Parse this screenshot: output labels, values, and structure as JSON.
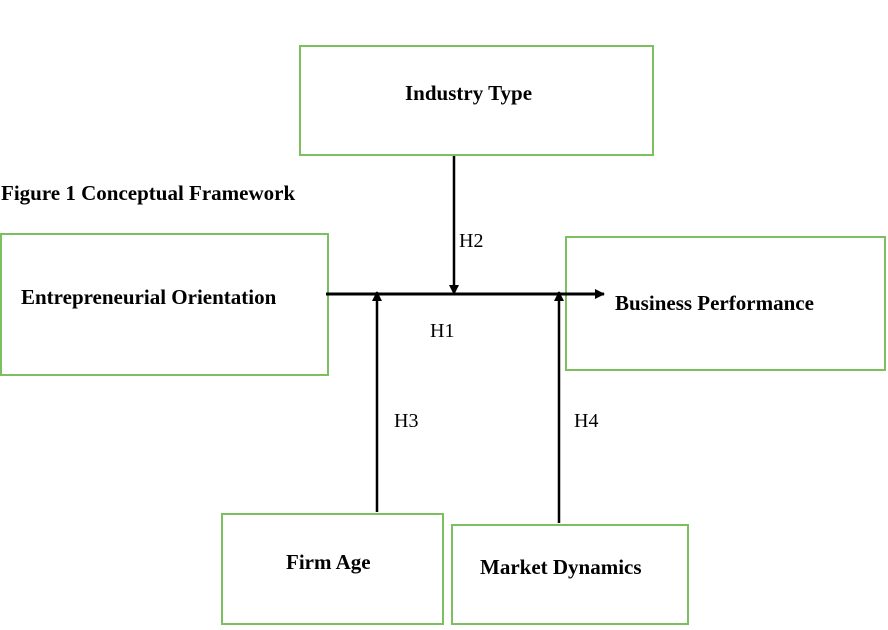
{
  "figure_title": "Figure 1 Conceptual Framework",
  "nodes": {
    "industry_type": "Industry Type",
    "entrepreneurial_orientation": "Entrepreneurial Orientation",
    "business_performance": "Business Performance",
    "firm_age": "Firm Age",
    "market_dynamics": "Market Dynamics"
  },
  "hypotheses": {
    "h1": "H1",
    "h2": "H2",
    "h3": "H3",
    "h4": "H4"
  },
  "colors": {
    "box_border": "#7cbf5e",
    "line": "#000000"
  }
}
